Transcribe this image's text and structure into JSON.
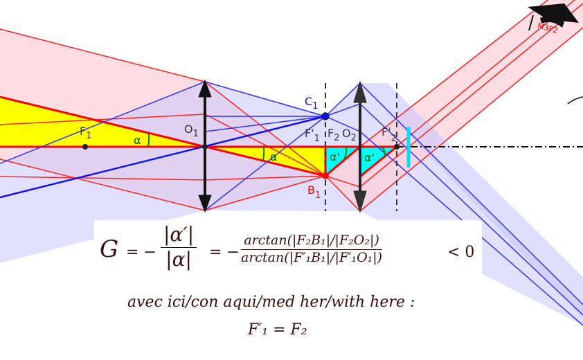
{
  "labels": {
    "f1": "F",
    "f1_sub": "1",
    "o1": "O",
    "o1_sub": "1",
    "c1": "C",
    "c1_sub": "1",
    "b1": "B",
    "b1_sub": "1",
    "f1p": "F'",
    "f1p_sub": "1",
    "f2": "F",
    "f2_sub": "2",
    "o2": "O",
    "o2_sub": "2",
    "f2p": "F'",
    "f2p_sub": "2",
    "alpha": "α",
    "alpha_prime": "α'"
  },
  "logo": {
    "text": "M3P2"
  },
  "formula": {
    "g": "G",
    "eq1": "= −",
    "frac1_num": "|α′|",
    "frac1_den": "|α|",
    "eq2": "= −",
    "frac2_num": "arctan(|F₂B₁|/|F₂O₂|)",
    "frac2_den": "arctan(|F′₁B₁|/|F′₁O₁|)",
    "ineq": "< 0",
    "line2": "avec ici/con aqui/med her/with here :",
    "line3": "F′₁ = F₂"
  },
  "colors": {
    "red": "#ff2020",
    "blue": "#3030ff",
    "yellow": "#ffff00",
    "cyan": "#00ffff",
    "pink": "#ffe0e0",
    "lavender": "#d8d8ff"
  }
}
